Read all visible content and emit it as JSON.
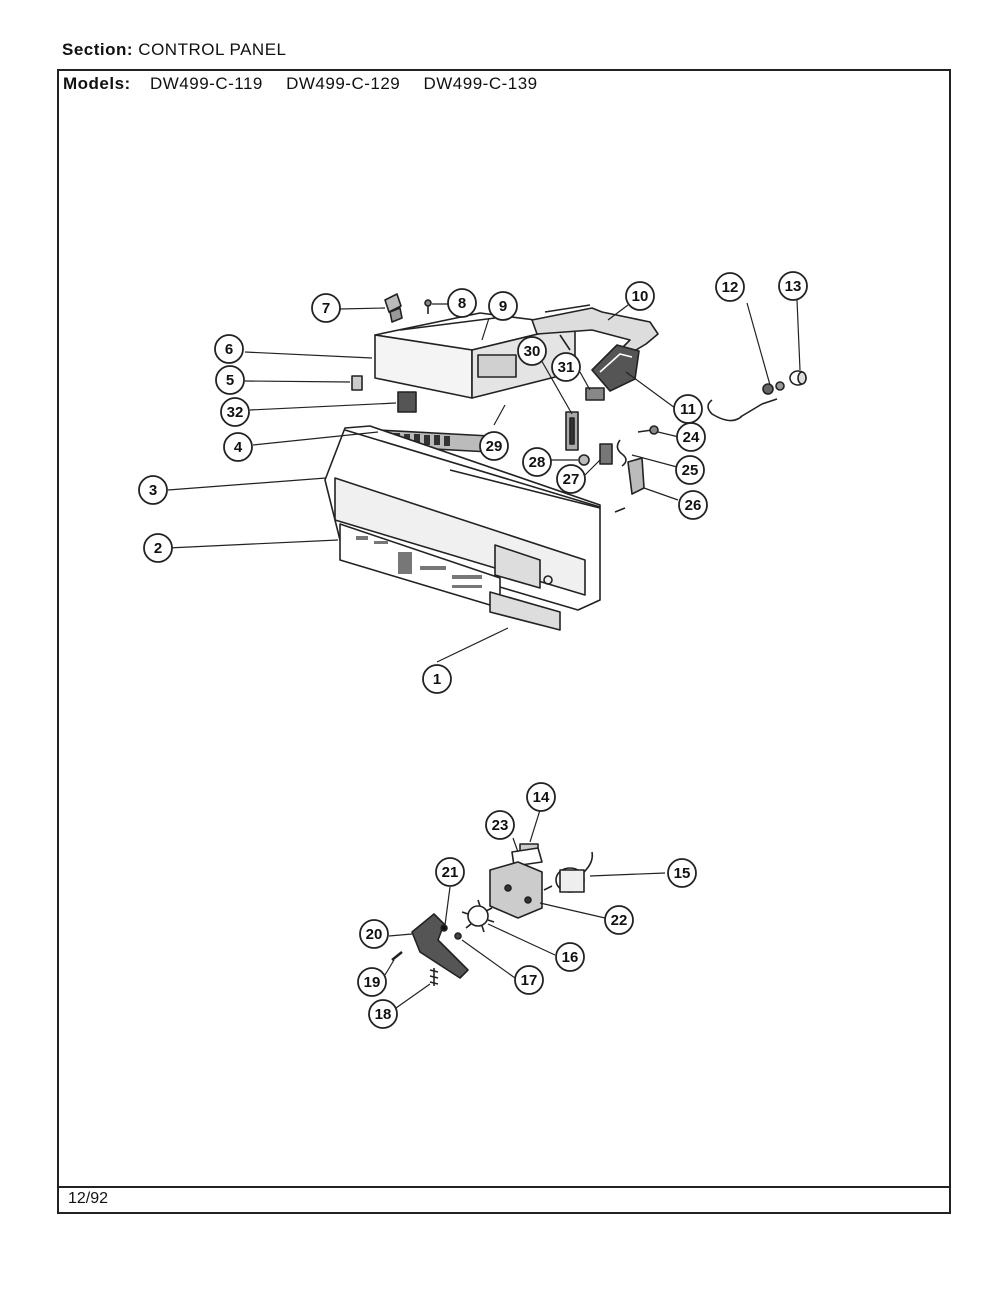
{
  "header": {
    "section_label": "Section:",
    "section_value": "CONTROL PANEL",
    "models_label": "Models:",
    "models": [
      "DW499-C-119",
      "DW499-C-129",
      "DW499-C-139"
    ]
  },
  "footer": {
    "date": "12/92"
  },
  "callouts": [
    "1",
    "2",
    "3",
    "4",
    "5",
    "6",
    "7",
    "8",
    "9",
    "10",
    "11",
    "12",
    "13",
    "14",
    "15",
    "16",
    "17",
    "18",
    "19",
    "20",
    "21",
    "22",
    "23",
    "24",
    "25",
    "26",
    "27",
    "28",
    "29",
    "30",
    "31",
    "32"
  ]
}
